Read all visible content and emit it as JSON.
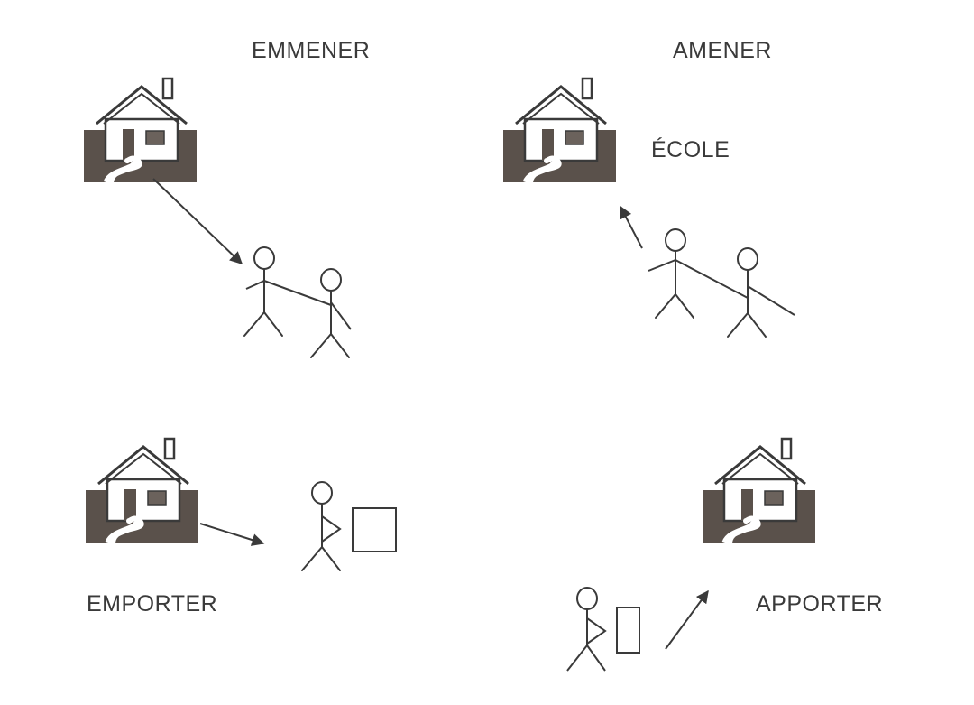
{
  "labels": {
    "emmener": "EMMENER",
    "amener": "AMENER",
    "ecole": "ÉCOLE",
    "emporter": "EMPORTER",
    "apporter": "APPORTER"
  },
  "icons": {
    "house": "house-icon",
    "person": "stick-figure-icon",
    "box": "box-icon",
    "arrow": "arrow-icon"
  },
  "colors": {
    "ink": "#3a3a3a",
    "ground": "#5a514b",
    "background": "#ffffff"
  }
}
